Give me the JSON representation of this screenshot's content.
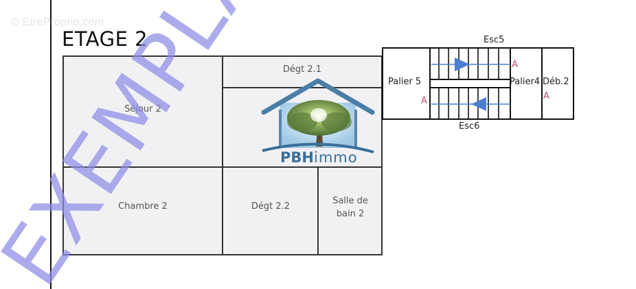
{
  "watermark_source": "© EtreProprio.com",
  "floor_title": "ETAGE 2",
  "overlay_watermark": "EXEMPLAIRE",
  "logo": {
    "brand_bold": "PBH",
    "brand_light": "immo",
    "color": "#3a6f9a"
  },
  "rooms": [
    {
      "id": "sejour",
      "label": "Séjour 2"
    },
    {
      "id": "degt21",
      "label": "Dégt 2.1"
    },
    {
      "id": "chambre",
      "label": "Chambre 2"
    },
    {
      "id": "degt22",
      "label": "Dégt 2.2"
    },
    {
      "id": "sdb",
      "label_line1": "Salle de",
      "label_line2": "bain 2"
    }
  ],
  "stairs": {
    "top_label": "Esc5",
    "bottom_label": "Esc6",
    "left_landing": "Palier 5",
    "right_landing": "Palier4",
    "far_right": "Déb.2",
    "arrow_marker": "A"
  },
  "colors": {
    "wall": "#333333",
    "room_fill": "#f1f1f4",
    "watermark": "#8c8ce6",
    "arrow": "#4a7fd0",
    "marker": "#c0506a"
  }
}
